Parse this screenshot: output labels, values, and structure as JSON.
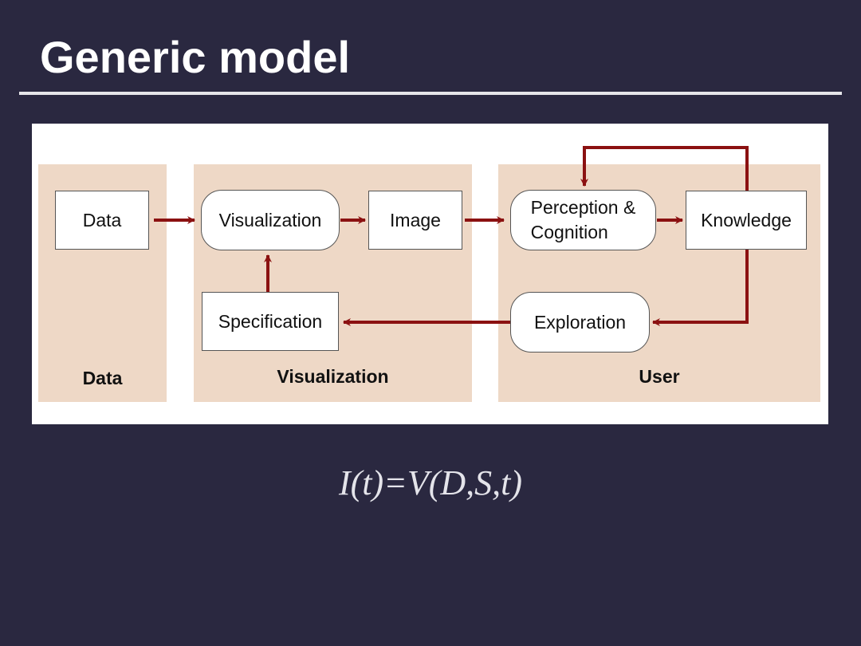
{
  "slide": {
    "title": "Generic model"
  },
  "diagram": {
    "regions": [
      {
        "id": "data",
        "label": "Data"
      },
      {
        "id": "visualization",
        "label": "Visualization"
      },
      {
        "id": "user",
        "label": "User"
      }
    ],
    "nodes": {
      "data": "Data",
      "visualization": "Visualization",
      "image": "Image",
      "perception_line1": "Perception &",
      "perception_line2": "Cognition",
      "knowledge": "Knowledge",
      "specification": "Specification",
      "exploration": "Exploration"
    },
    "edges": [
      {
        "from": "Data",
        "to": "Visualization"
      },
      {
        "from": "Visualization",
        "to": "Image"
      },
      {
        "from": "Image",
        "to": "Perception & Cognition"
      },
      {
        "from": "Perception & Cognition",
        "to": "Knowledge"
      },
      {
        "from": "Knowledge",
        "to": "Perception & Cognition"
      },
      {
        "from": "Knowledge",
        "to": "Exploration"
      },
      {
        "from": "Exploration",
        "to": "Specification"
      },
      {
        "from": "Specification",
        "to": "Visualization"
      }
    ],
    "colors": {
      "arrow": "#8b1111",
      "region": "#eed8c6",
      "background": "#2a2840"
    }
  },
  "formula": "I(t)=V(D,S,t)"
}
